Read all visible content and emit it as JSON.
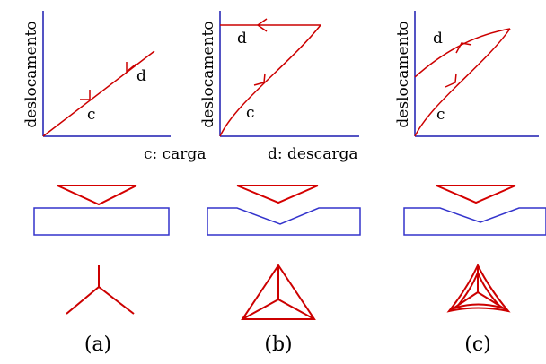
{
  "y_axis_label": "deslocamento",
  "legend": {
    "carga": "c: carga",
    "descarga": "d: descarga"
  },
  "panels": [
    {
      "id": "a",
      "caption": "(a)",
      "load_label": "c",
      "unload_label": "d",
      "behavior": "elastic"
    },
    {
      "id": "b",
      "caption": "(b)",
      "load_label": "c",
      "unload_label": "d",
      "behavior": "plastic"
    },
    {
      "id": "c",
      "caption": "(c)",
      "load_label": "c",
      "unload_label": "d",
      "behavior": "elastoplastic"
    }
  ],
  "colors": {
    "axis": "#1c1cb0",
    "curve": "#cc0000",
    "indenter": "#d40000",
    "specimen": "#3333cc",
    "text": "#000000"
  }
}
